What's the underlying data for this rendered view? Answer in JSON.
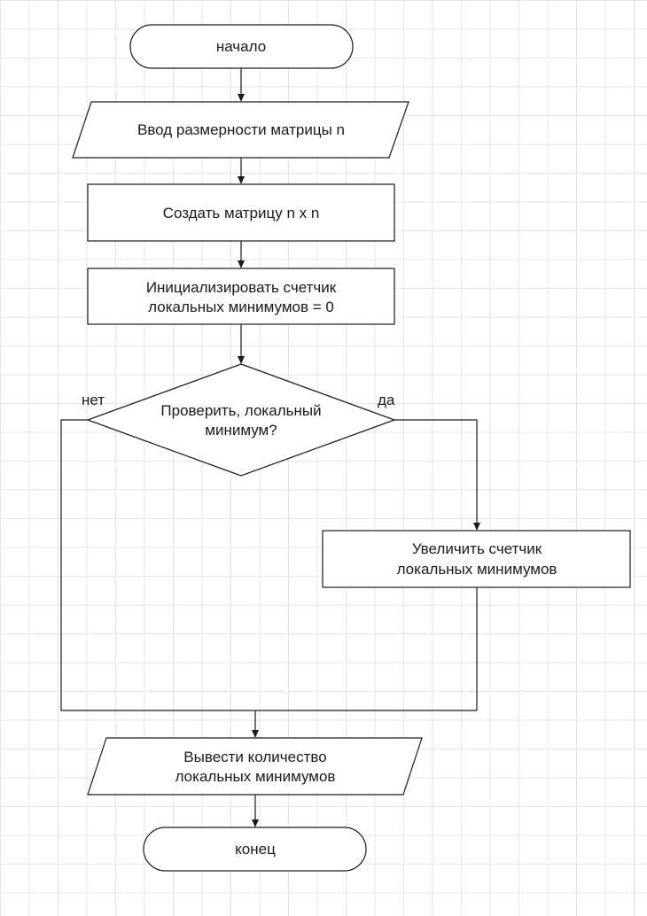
{
  "flowchart": {
    "start": {
      "label": "начало"
    },
    "input": {
      "label": "Ввод размерности матрицы n"
    },
    "create_matrix": {
      "label": "Создать матрицу n x n"
    },
    "init_counter": {
      "line1": "Инициализировать счетчик",
      "line2": "локальных минимумов = 0"
    },
    "decision": {
      "line1": "Проверить, локальный",
      "line2": "минимум?"
    },
    "branch_no": {
      "label": "нет"
    },
    "branch_yes": {
      "label": "да"
    },
    "increment": {
      "line1": "Увеличить счетчик",
      "line2": "локальных минимумов"
    },
    "output": {
      "line1": "Вывести количество",
      "line2": "локальных минимумов"
    },
    "end": {
      "label": "конец"
    }
  }
}
